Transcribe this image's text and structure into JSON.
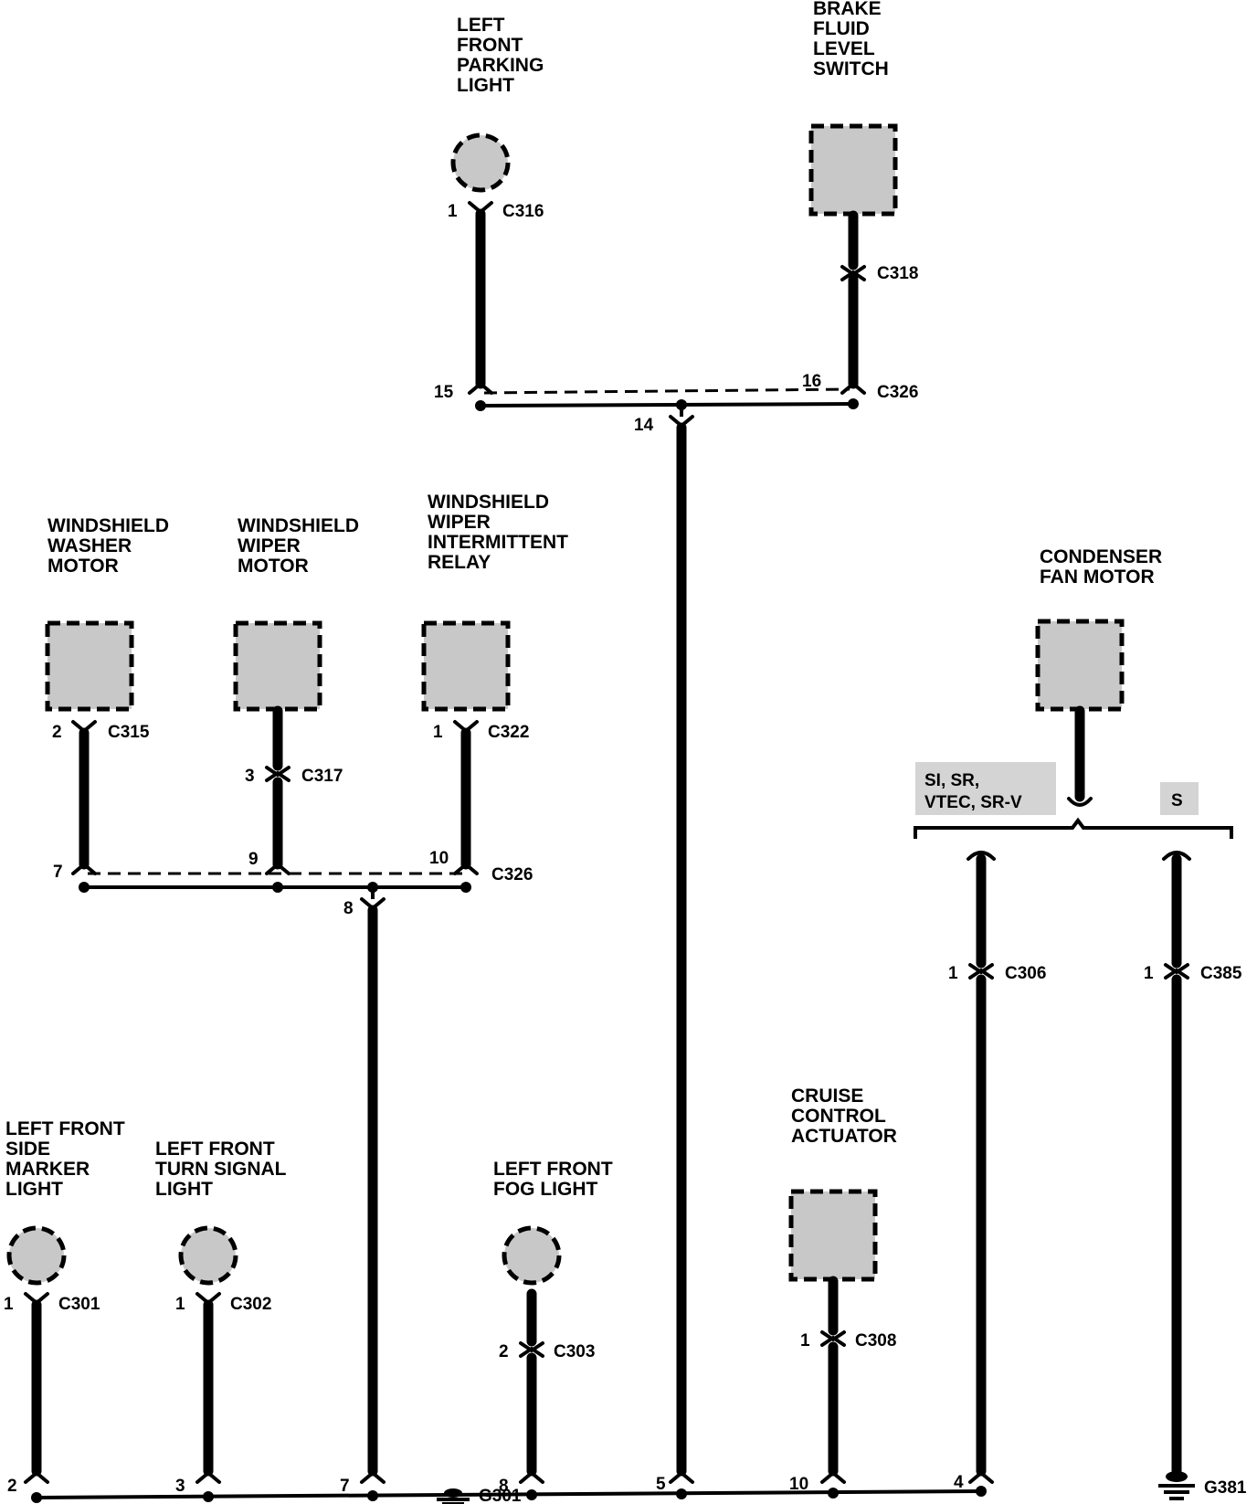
{
  "components": {
    "lf_parking_light": [
      "LEFT",
      "FRONT",
      "PARKING",
      "LIGHT"
    ],
    "brake_fluid_switch": [
      "BRAKE",
      "FLUID",
      "LEVEL",
      "SWITCH"
    ],
    "ws_washer_motor": [
      "WINDSHIELD",
      "WASHER",
      "MOTOR"
    ],
    "ws_wiper_motor": [
      "WINDSHIELD",
      "WIPER",
      "MOTOR"
    ],
    "ws_intermittent_relay": [
      "WINDSHIELD",
      "WIPER",
      "INTERMITTENT",
      "RELAY"
    ],
    "condenser_fan_motor": [
      "CONDENSER",
      "FAN MOTOR"
    ],
    "cruise_actuator": [
      "CRUISE",
      "CONTROL",
      "ACTUATOR"
    ],
    "lf_side_marker": [
      "LEFT FRONT",
      "SIDE",
      "MARKER",
      "LIGHT"
    ],
    "lf_turn_signal": [
      "LEFT FRONT",
      "TURN SIGNAL",
      "LIGHT"
    ],
    "lf_fog_light": [
      "LEFT FRONT",
      "FOG LIGHT"
    ]
  },
  "connectors": {
    "c316": "C316",
    "c318": "C318",
    "c326_top": "C326",
    "c326_mid": "C326",
    "c315": "C315",
    "c317": "C317",
    "c322": "C322",
    "c301": "C301",
    "c302": "C302",
    "c303": "C303",
    "c308": "C308",
    "c306": "C306",
    "c385": "C385"
  },
  "pins": {
    "c316": "1",
    "c326_15": "15",
    "c326_16": "16",
    "c326_14": "14",
    "c315": "2",
    "c317": "3",
    "c322": "1",
    "c326_7": "7",
    "c326_9": "9",
    "c326_10": "10",
    "c326_8": "8",
    "c301": "1",
    "c302": "1",
    "c303": "2",
    "c308": "1",
    "c306": "1",
    "c385": "1",
    "g301_2": "2",
    "g301_3": "3",
    "g301_7": "7",
    "g301_8": "8",
    "g301_5": "5",
    "g301_10": "10",
    "g301_4": "4"
  },
  "grounds": {
    "g301": "G301",
    "g381": "G381"
  },
  "variants": {
    "option_a": [
      "SI, SR,",
      "VTEC, SR-V"
    ],
    "option_b": "S"
  },
  "colors": {
    "wire": "#000000",
    "component_fill": "#c8c8c8",
    "background": "#ffffff"
  }
}
